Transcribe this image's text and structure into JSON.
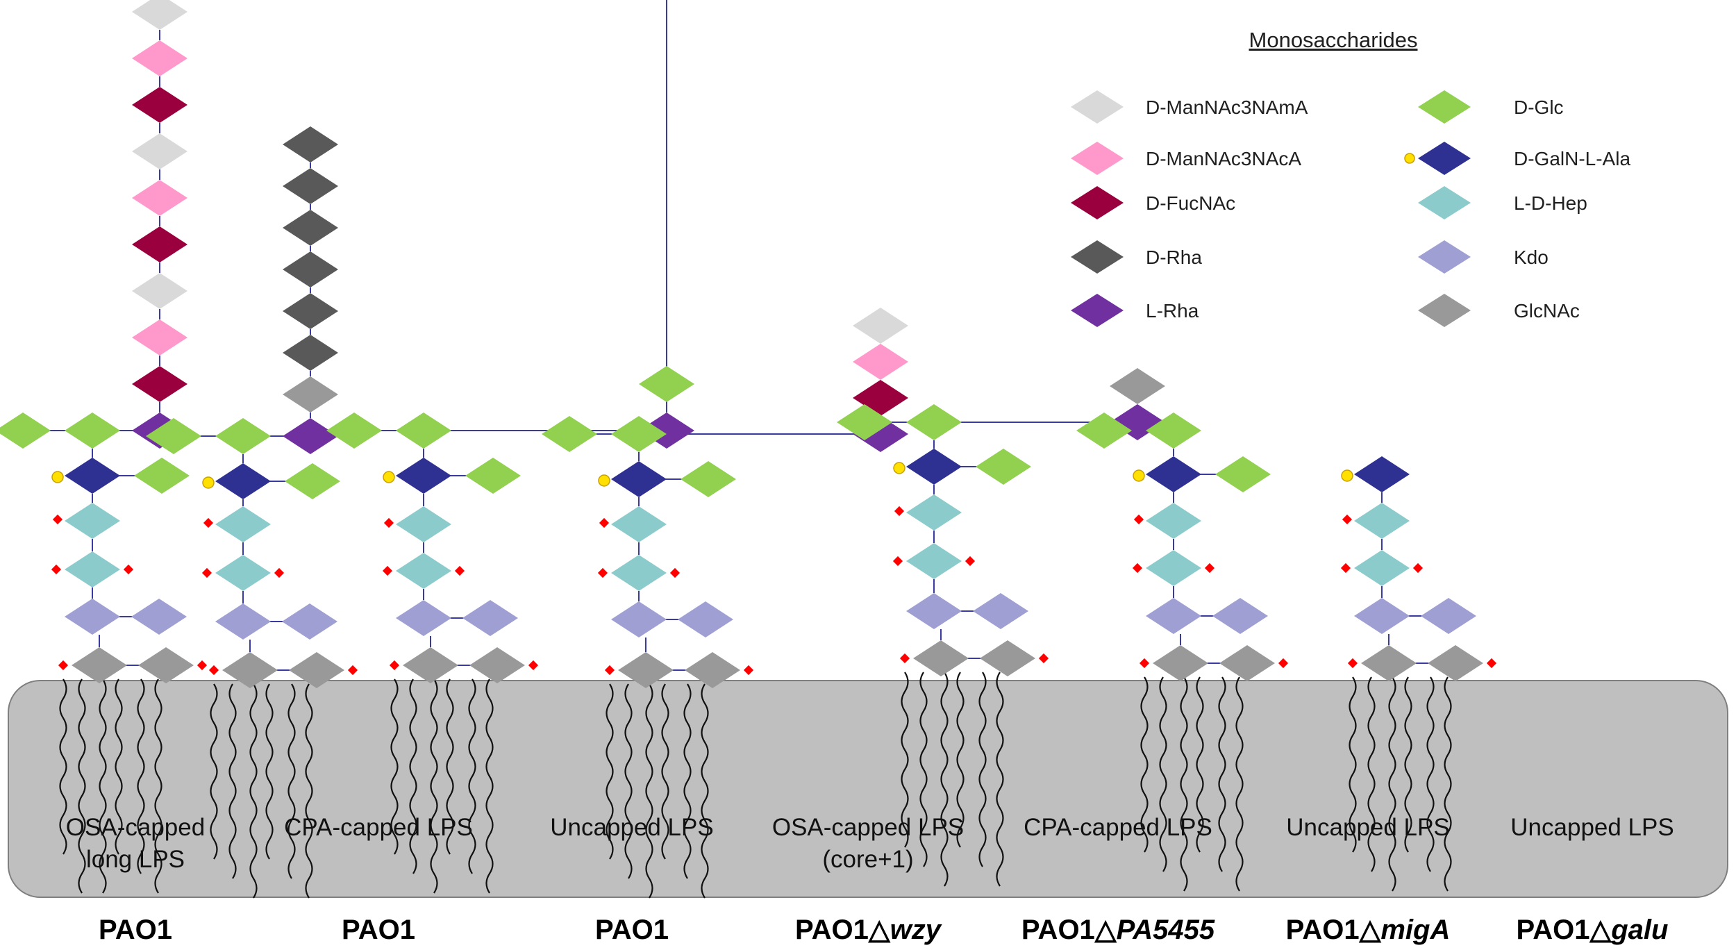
{
  "legend": {
    "title": "Monosaccharides",
    "items": [
      {
        "key": "mana",
        "label": "D-ManNAc3NAmA",
        "color": "#d9d9d9"
      },
      {
        "key": "manc",
        "label": "D-ManNAc3NAcA",
        "color": "#ff99cc"
      },
      {
        "key": "fuc",
        "label": "D-FucNAc",
        "color": "#99003d"
      },
      {
        "key": "drha",
        "label": "D-Rha",
        "color": "#595959"
      },
      {
        "key": "lrha",
        "label": "L-Rha",
        "color": "#7030a0"
      },
      {
        "key": "glc",
        "label": "D-Glc",
        "color": "#92d050"
      },
      {
        "key": "galn",
        "label": "D-GalN-L-Ala",
        "color": "#2e3192",
        "ala_color": "#ffe000"
      },
      {
        "key": "hep",
        "label": "L-D-Hep",
        "color": "#8ccbcc"
      },
      {
        "key": "kdo",
        "label": "Kdo",
        "color": "#9f9fd3"
      },
      {
        "key": "glcnac",
        "label": "GlcNAc",
        "color": "#999999"
      }
    ]
  },
  "colors": {
    "membrane": "#bfbfbf",
    "membrane_border": "#7f7f7f",
    "linkage": "#3a3aa0",
    "phosphate": "#ff0000",
    "alanine": "#ffe000"
  },
  "structures": [
    {
      "label_lines": [
        "OSA-capped",
        "long LPS"
      ],
      "strain": "PAO1",
      "strain_italic": ""
    },
    {
      "label_lines": [
        "CPA-capped LPS"
      ],
      "strain": "PAO1",
      "strain_italic": ""
    },
    {
      "label_lines": [
        "Uncapped  LPS"
      ],
      "strain": "PAO1",
      "strain_italic": ""
    },
    {
      "label_lines": [
        "OSA-capped LPS",
        "(core+1)"
      ],
      "strain": "PAO1△",
      "strain_italic": "wzy"
    },
    {
      "label_lines": [
        "CPA-capped LPS"
      ],
      "strain": "PAO1△",
      "strain_italic": "PA5455"
    },
    {
      "label_lines": [
        "Uncapped  LPS"
      ],
      "strain": "PAO1△",
      "strain_italic": "migA"
    },
    {
      "label_lines": [
        "Uncapped  LPS"
      ],
      "strain": "PAO1△",
      "strain_italic": "galu"
    }
  ]
}
